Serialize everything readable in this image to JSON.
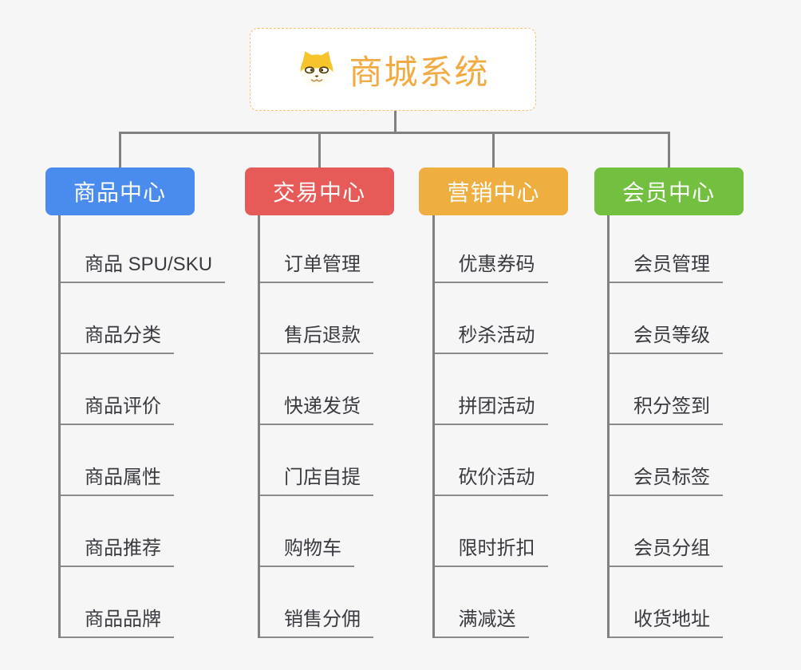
{
  "root": {
    "title": "商城系统",
    "icon": "dog-face-icon"
  },
  "branches": [
    {
      "label": "商品中心",
      "color": "#4a8cee",
      "items": [
        "商品 SPU/SKU",
        "商品分类",
        "商品评价",
        "商品属性",
        "商品推荐",
        "商品品牌"
      ]
    },
    {
      "label": "交易中心",
      "color": "#e65b58",
      "items": [
        "订单管理",
        "售后退款",
        "快递发货",
        "门店自提",
        "购物车",
        "销售分佣"
      ]
    },
    {
      "label": "营销中心",
      "color": "#eeae40",
      "items": [
        "优惠券码",
        "秒杀活动",
        "拼团活动",
        "砍价活动",
        "限时折扣",
        "满减送"
      ]
    },
    {
      "label": "会员中心",
      "color": "#73bf40",
      "items": [
        "会员管理",
        "会员等级",
        "积分签到",
        "会员标签",
        "会员分组",
        "收货地址"
      ]
    }
  ],
  "colors": {
    "connector": "#808080",
    "underline": "#8a8a8a",
    "title": "#f2ab43",
    "root_border": "#f3c377",
    "background": "#f6f6f6",
    "text": "#3a3a40"
  }
}
